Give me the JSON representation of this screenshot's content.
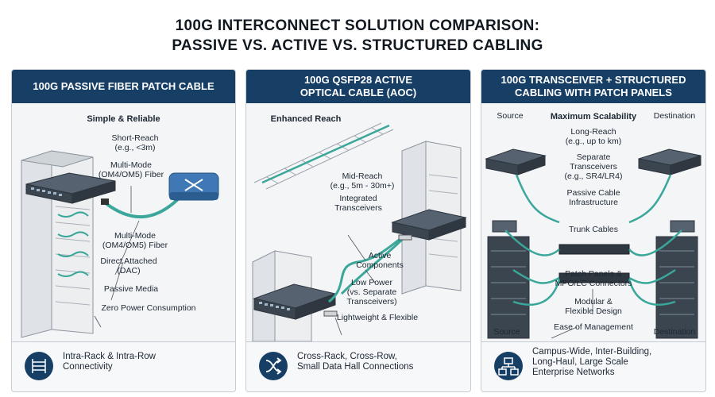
{
  "title": {
    "line1": "100G INTERCONNECT SOLUTION COMPARISON:",
    "line2": "PASSIVE VS. ACTIVE VS. STRUCTURED CABLING"
  },
  "panels": [
    {
      "header": "100G PASSIVE FIBER PATCH CABLE",
      "subtitle": "Simple & Reliable",
      "labels": {
        "short_reach": "Short-Reach\n(e.g., <3m)",
        "mm_fiber_top": "Multi-Mode\n(OM4/OM5) Fiber",
        "mm_fiber_bottom": "Multi-Mode\n(OM4/OM5) Fiber",
        "dac": "Direct Attached\n(DAC)",
        "passive_media": "Passive Media",
        "zero_power": "Zero Power Consumption"
      },
      "footer": "Intra-Rack & Intra-Row\nConnectivity",
      "footer_icon": "rack-icon"
    },
    {
      "header_line1": "100G QSFP28 ACTIVE",
      "header_line2": "OPTICAL CABLE (AOC)",
      "subtitle": "Enhanced Reach",
      "labels": {
        "mid_reach": "Mid-Reach\n(e.g., 5m - 30m+)",
        "integrated": "Integrated\nTransceivers",
        "active": "Active\nComponents",
        "low_power": "Low Power\n(vs. Separate\nTransceivers)",
        "lightweight": "Lightweight & Flexible"
      },
      "footer": "Cross-Rack, Cross-Row,\nSmall Data Hall Connections",
      "footer_icon": "crossing-arrows-icon"
    },
    {
      "header_line1": "100G TRANSCEIVER + STRUCTURED",
      "header_line2": "CABLING WITH PATCH PANELS",
      "subtitle": "Maximum Scalability",
      "labels": {
        "source_top": "Source",
        "destination_top": "Destination",
        "long_reach": "Long-Reach\n(e.g., up to km)",
        "separate": "Separate\nTransceivers\n(e.g., SR4/LR4)",
        "passive_infra": "Passive Cable\nInfrastructure",
        "trunk": "Trunk Cables",
        "patch_panels": "Patch Panels &\nMPO/LC Connectors",
        "modular": "Modular &\nFlexible Design",
        "ease": "Ease of Management",
        "source_bottom": "Source",
        "destination_bottom": "Destination"
      },
      "footer": "Campus-Wide, Inter-Building,\nLong-Haul, Large Scale\nEnterprise Networks",
      "footer_icon": "network-topology-icon"
    }
  ],
  "colors": {
    "header_bg": "#173f66",
    "cable": "#3aa79a",
    "router": "#3f78b4",
    "switch": "#44505c"
  }
}
